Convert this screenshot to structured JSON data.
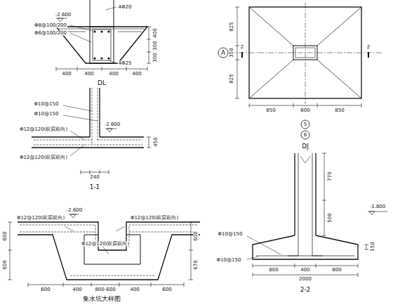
{
  "diagram": {
    "labels": [
      "4Φ20",
      "-2.600",
      "Φ8@100/200",
      "Φ6@100/200",
      "400",
      "300",
      "300",
      "4Φ25",
      "400",
      "400",
      "400",
      "400",
      "DL",
      "Φ10@150",
      "Φ10@150",
      "Φ12@120(双层双向)",
      "-2.600",
      "Φ12@120(双层双向)",
      "450",
      "240",
      "1-1",
      "-2.600",
      "Φ12@120(双层双向)",
      "Φ12@120(双层双向)",
      "Φ12@120(双层双向)",
      "600",
      "600",
      "600",
      "670",
      "600",
      "400",
      "800-600",
      "400",
      "600",
      "集水坑大样图",
      "A",
      "2",
      "2",
      "825",
      "350",
      "825",
      "850",
      "600",
      "850",
      "5",
      "6",
      "DJ",
      "770",
      "500",
      "Φ10@150",
      "-1.800",
      "150",
      "Φ10@150",
      "800",
      "400",
      "800",
      "2000",
      "2-2"
    ]
  }
}
